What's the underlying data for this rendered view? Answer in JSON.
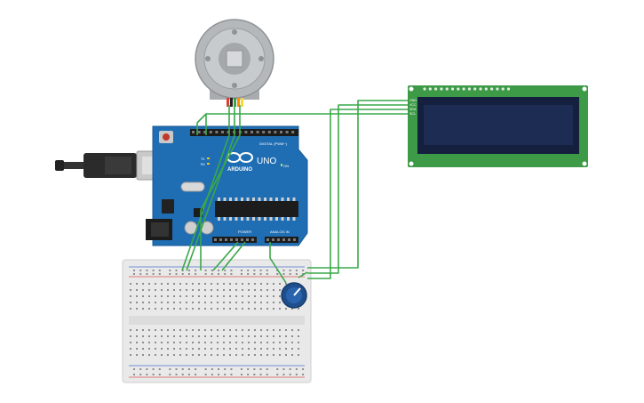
{
  "colors": {
    "board_blue": "#1f6db3",
    "board_blue_dark": "#175a96",
    "lcd_green": "#3d9a47",
    "lcd_screen": "#1c2c52",
    "wire_green": "#3aa84a",
    "breadboard": "#e9e9e9",
    "rail_red": "#d9534f",
    "rail_blue": "#4a6fd1",
    "motor_gray": "#b5b8bb",
    "pot_blue": "#1f4e8c"
  },
  "arduino": {
    "logo_text": "ARDUINO",
    "model_text": "UNO",
    "digital_header_label": "DIGITAL (PWM~)",
    "power_header_label": "POWER",
    "analog_header_label": "ANALOG IN",
    "on_label": "ON",
    "tx_label": "TX",
    "rx_label": "RX"
  },
  "lcd": {
    "pins": [
      "GND",
      "VCC",
      "SDA",
      "SCL"
    ]
  },
  "motor_wire_colors": [
    "#e53935",
    "#222222",
    "#43a047",
    "#fb8c00",
    "#fdd835"
  ],
  "icons": {
    "usb": "usb-connector-icon",
    "motor": "servo-motor-icon",
    "pot": "potentiometer-knob-icon"
  }
}
